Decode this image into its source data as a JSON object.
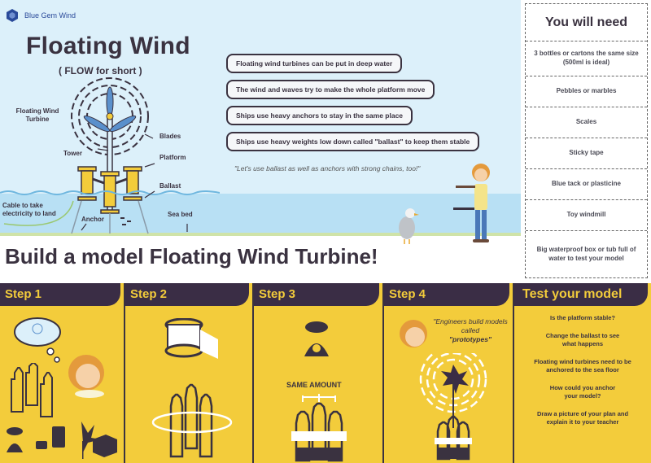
{
  "brand": {
    "name": "Blue Gem Wind",
    "color": "#2a4a9a"
  },
  "header": {
    "title": "Floating Wind",
    "subtitle": "( FLOW for short )"
  },
  "diagram": {
    "labels": {
      "turbine": "Floating Wind Turbine",
      "blades": "Blades",
      "tower": "Tower",
      "platform": "Platform",
      "ballast": "Ballast",
      "cable": "Cable to take electricity to land",
      "anchor": "Anchor",
      "seabed": "Sea bed"
    }
  },
  "facts": [
    "Floating wind turbines can be put in deep water",
    "The wind and waves try to make the whole platform move",
    "Ships use heavy anchors to stay in the same place",
    "Ships use heavy weights low down called \"ballast\" to keep them stable"
  ],
  "quote": "\"Let's use ballast as well as anchors with strong chains, too!\"",
  "you_will_need": {
    "title": "You will need",
    "items": [
      "3 bottles or cartons the same size (500ml is ideal)",
      "Pebbles or marbles",
      "Scales",
      "Sticky tape",
      "Blue tack or plasticine",
      "Toy windmill",
      "Big waterproof box or tub full of water to test your model"
    ]
  },
  "build_title": "Build a model Floating Wind Turbine!",
  "steps": [
    {
      "label": "Step 1"
    },
    {
      "label": "Step 2"
    },
    {
      "label": "Step 3",
      "caption": "SAME AMOUNT"
    },
    {
      "label": "Step 4",
      "quote_pre": "\"Engineers build models called",
      "quote_bold": "\"prototypes\""
    }
  ],
  "test": {
    "label": "Test your model",
    "lines": [
      "Is the platform stable?",
      "Change the ballast to see what happens",
      "Floating wind turbines need to be anchored to the sea floor",
      "How could you anchor your model?",
      "Draw a picture of your plan and explain it to your teacher"
    ]
  },
  "colors": {
    "yellow": "#f3cc3b",
    "dark": "#3a2d45",
    "sky": "#dcf0fa",
    "sea": "#b8e0f4"
  }
}
